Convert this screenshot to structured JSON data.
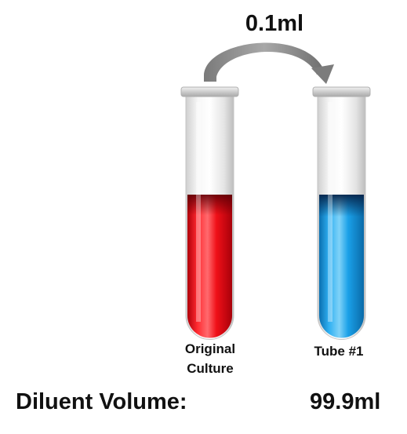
{
  "transfer": {
    "volume_label": "0.1ml"
  },
  "tubes": [
    {
      "label_line1": "Original",
      "label_line2": "Culture",
      "liquid_color": "#e8101a",
      "liquid_fraction": 0.55
    },
    {
      "label_line1": "Tube #1",
      "liquid_color": "#1a9ee6",
      "liquid_fraction": 0.55
    }
  ],
  "diluent": {
    "label": "Diluent Volume:",
    "value": "99.9ml"
  },
  "colors": {
    "arrow": "#808080",
    "text": "#111111"
  }
}
